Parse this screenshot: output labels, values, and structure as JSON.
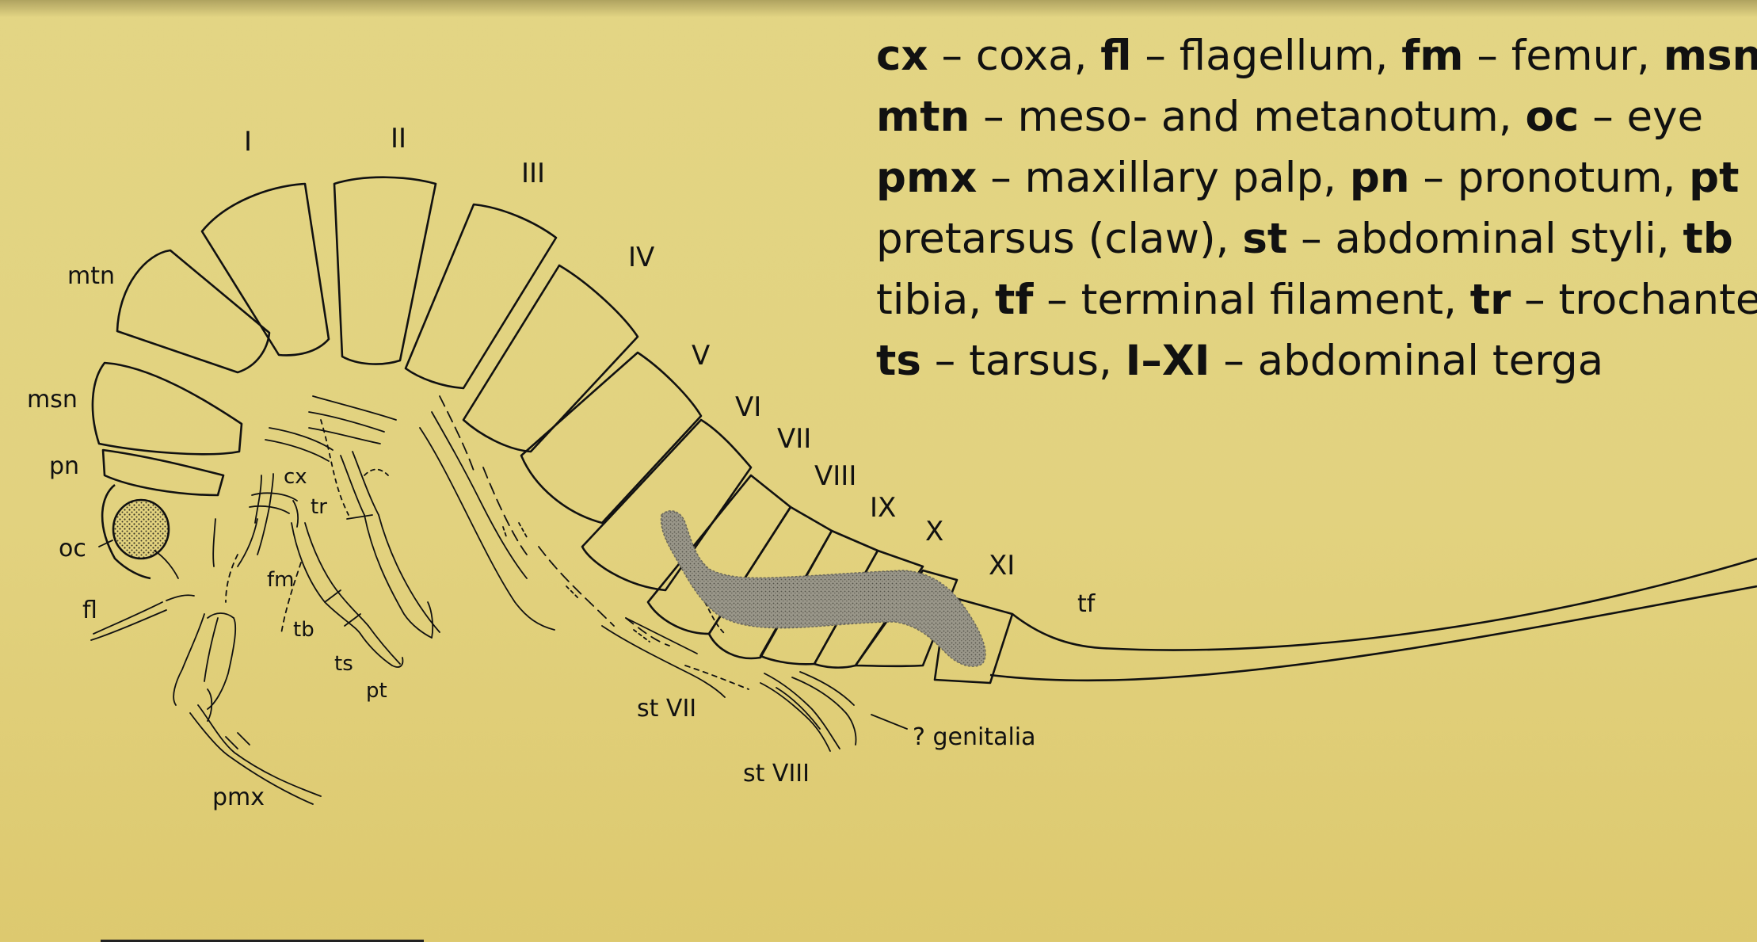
{
  "labels": {
    "terga": [
      "I",
      "II",
      "III",
      "IV",
      "V",
      "VI",
      "VII",
      "VIII",
      "IX",
      "X",
      "XI"
    ],
    "mtn": "mtn",
    "msn": "msn",
    "pn": "pn",
    "oc": "oc",
    "fl": "fl",
    "cx": "cx",
    "tr": "tr",
    "fm": "fm",
    "tb": "tb",
    "ts": "ts",
    "pt": "pt",
    "pmx": "pmx",
    "tf": "tf",
    "st_vii": "st VII",
    "st_viii": "st VIII",
    "genitalia": "? genitalia"
  },
  "legend": [
    [
      [
        "b",
        "cx"
      ],
      [
        "t",
        " – coxa, "
      ],
      [
        "b",
        "fl"
      ],
      [
        "t",
        " – flagellum, "
      ],
      [
        "b",
        "fm"
      ],
      [
        "t",
        " – femur, "
      ],
      [
        "b",
        "msn"
      ]
    ],
    [
      [
        "b",
        "mtn"
      ],
      [
        "t",
        " – meso- and metanotum, "
      ],
      [
        "b",
        "oc"
      ],
      [
        "t",
        " – eye"
      ]
    ],
    [
      [
        "b",
        "pmx"
      ],
      [
        "t",
        " – maxillary palp, "
      ],
      [
        "b",
        "pn"
      ],
      [
        "t",
        " – pronotum, "
      ],
      [
        "b",
        "pt"
      ]
    ],
    [
      [
        "t",
        "pretarsus (claw), "
      ],
      [
        "b",
        "st"
      ],
      [
        "t",
        " – abdominal styli, "
      ],
      [
        "b",
        "tb"
      ]
    ],
    [
      [
        "t",
        "tibia, "
      ],
      [
        "b",
        "tf"
      ],
      [
        "t",
        " – terminal filament, "
      ],
      [
        "b",
        "tr"
      ],
      [
        "t",
        " –  trochanter"
      ]
    ],
    [
      [
        "b",
        "ts"
      ],
      [
        "t",
        " – tarsus, "
      ],
      [
        "b",
        "I–XI"
      ],
      [
        "t",
        " – abdominal terga"
      ]
    ]
  ],
  "colors": {
    "background": "#e2d27f",
    "ink": "#111111",
    "gut_fill": "#8e8c80"
  }
}
